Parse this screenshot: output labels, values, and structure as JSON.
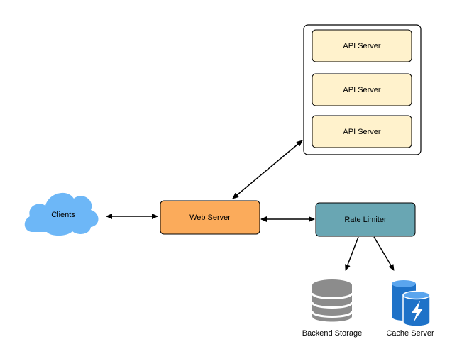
{
  "nodes": {
    "clients": {
      "label": "Clients",
      "color": "#6db7f7"
    },
    "web_server": {
      "label": "Web Server",
      "color": "#fbab5b"
    },
    "api_cluster": {
      "servers": [
        {
          "label": "API Server"
        },
        {
          "label": "API Server"
        },
        {
          "label": "API Server"
        }
      ],
      "server_color": "#fff2cc"
    },
    "rate_limiter": {
      "label": "Rate Limiter",
      "color": "#69a6b3"
    },
    "backend_storage": {
      "label": "Backend Storage",
      "icon": "database-icon",
      "color": "#8c8c8c"
    },
    "cache_server": {
      "label": "Cache Server",
      "icon": "cache-server-icon",
      "color": "#1e72c8"
    }
  },
  "edges": [
    {
      "from": "clients",
      "to": "web_server",
      "direction": "both"
    },
    {
      "from": "web_server",
      "to": "api_cluster",
      "direction": "both"
    },
    {
      "from": "web_server",
      "to": "rate_limiter",
      "direction": "both"
    },
    {
      "from": "rate_limiter",
      "to": "backend_storage",
      "direction": "forward"
    },
    {
      "from": "rate_limiter",
      "to": "cache_server",
      "direction": "forward"
    }
  ]
}
